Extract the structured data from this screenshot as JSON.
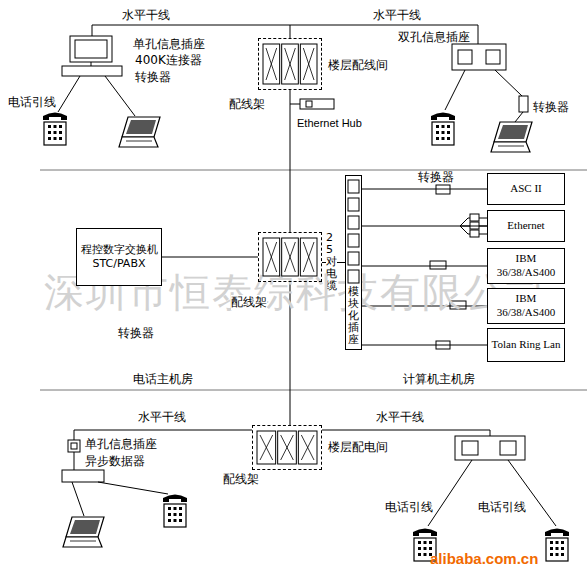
{
  "diagram": {
    "nodes": [
      {
        "text": [
          "配线架"
        ]
      },
      {
        "text": [
          "程控数字交换机",
          "STC/PABX"
        ]
      },
      {
        "text": [
          "配线架"
        ]
      },
      {
        "text": [
          "模块化插座"
        ]
      },
      {
        "text": [
          "ASC II"
        ]
      },
      {
        "text": [
          "Ethernet"
        ]
      },
      {
        "text": [
          "IBM 36/38/AS400"
        ]
      },
      {
        "text": [
          "IBM 36/38/AS400"
        ]
      },
      {
        "text": [
          "Tolan Ring Lan"
        ]
      },
      {
        "text": [
          "配线架"
        ]
      }
    ],
    "edges": [
      {
        "from": 0,
        "to": 2,
        "arrow": "none"
      },
      {
        "from": 1,
        "to": 2,
        "arrow": "none"
      },
      {
        "from": 2,
        "to": 3,
        "arrow": "none"
      },
      {
        "from": 3,
        "to": 4,
        "arrow": "none"
      },
      {
        "from": 3,
        "to": 5,
        "arrow": "none"
      },
      {
        "from": 3,
        "to": 6,
        "arrow": "none"
      },
      {
        "from": 3,
        "to": 7,
        "arrow": "none"
      },
      {
        "from": 3,
        "to": 8,
        "arrow": "none"
      },
      {
        "from": 2,
        "to": 9,
        "arrow": "none"
      }
    ],
    "labels": [
      "水平干线",
      "水平干线",
      "单孔信息插座",
      "400K连接器",
      "转换器",
      "电话引线",
      "楼层配线间",
      "Ethernet Hub",
      "双孔信息插座",
      "转换器",
      "转换器",
      "25对电缆",
      "转换器",
      "深圳市恒泰综科技有限公司",
      "电话主机房",
      "计算机主机房",
      "水平干线",
      "水平干线",
      "单孔信息插座",
      "异步数据器",
      "楼层配电间",
      "电话引线",
      "电话引线",
      "alibaba.com.cn"
    ]
  }
}
